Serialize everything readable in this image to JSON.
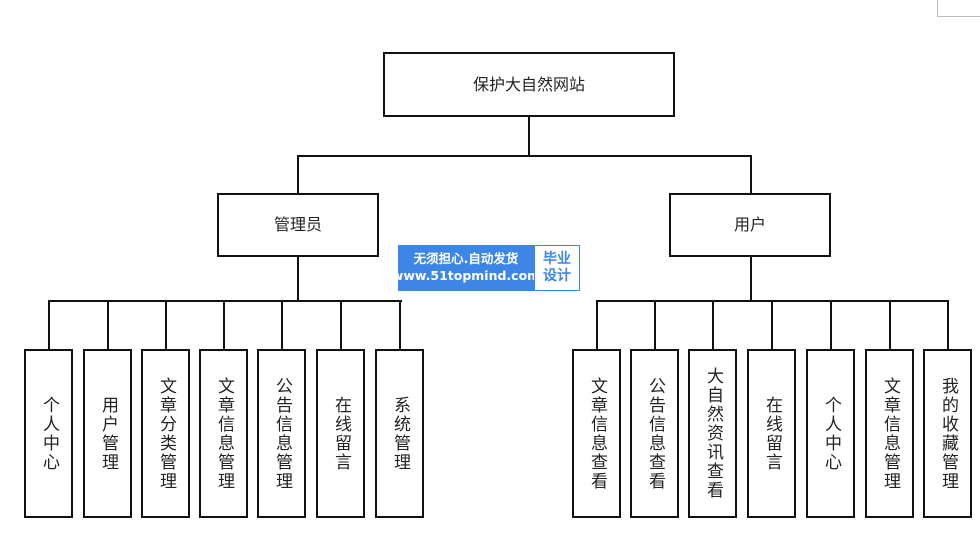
{
  "diagram": {
    "root": "保护大自然网站",
    "admin": {
      "label": "管理员",
      "children": [
        "个人中心",
        "用户管理",
        "文章分类管理",
        "文章信息管理",
        "公告信息管理",
        "在线留言",
        "系统管理"
      ]
    },
    "user": {
      "label": "用户",
      "children": [
        "文章信息查看",
        "公告信息查看",
        "大自然资讯查看",
        "在线留言",
        "个人中心",
        "文章信息管理",
        "我的收藏管理"
      ]
    }
  },
  "watermark": {
    "line1": "无须担心.自动发货",
    "line2": "www.51topmind.com",
    "badge_line1": "毕业",
    "badge_line2": "设计"
  }
}
